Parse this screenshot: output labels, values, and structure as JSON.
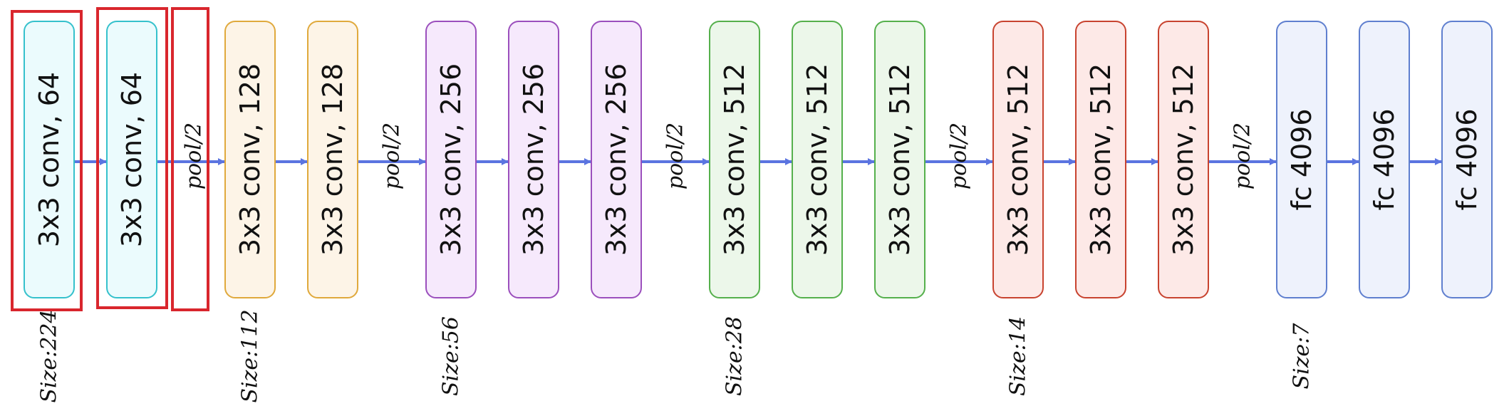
{
  "colors": {
    "arrow": "#5b74e0",
    "highlight": "#d9262d",
    "cyan": {
      "fill": "#ebfbfd",
      "stroke": "#35c1cc"
    },
    "orange": {
      "fill": "#fdf4e7",
      "stroke": "#e0a93c"
    },
    "purple": {
      "fill": "#f6e9fc",
      "stroke": "#9b4fbd"
    },
    "green": {
      "fill": "#ecf7ea",
      "stroke": "#55b04c"
    },
    "red": {
      "fill": "#fde9e7",
      "stroke": "#c8432f"
    },
    "blue": {
      "fill": "#eef2fc",
      "stroke": "#5f7fcf"
    }
  },
  "blocks": [
    {
      "label": "3x3 conv,  64",
      "color": "cyan"
    },
    {
      "label": "3x3 conv,  64",
      "color": "cyan"
    },
    {
      "label": "3x3 conv,  128",
      "color": "orange"
    },
    {
      "label": "3x3 conv,  128",
      "color": "orange"
    },
    {
      "label": "3x3 conv,  256",
      "color": "purple"
    },
    {
      "label": "3x3 conv,  256",
      "color": "purple"
    },
    {
      "label": "3x3 conv,  256",
      "color": "purple"
    },
    {
      "label": "3x3 conv,  512",
      "color": "green"
    },
    {
      "label": "3x3 conv,  512",
      "color": "green"
    },
    {
      "label": "3x3 conv,  512",
      "color": "green"
    },
    {
      "label": "3x3 conv,  512",
      "color": "red"
    },
    {
      "label": "3x3 conv,  512",
      "color": "red"
    },
    {
      "label": "3x3 conv,  512",
      "color": "red"
    },
    {
      "label": "fc 4096",
      "color": "blue"
    },
    {
      "label": "fc 4096",
      "color": "blue"
    },
    {
      "label": "fc 4096",
      "color": "blue"
    }
  ],
  "pool_label": "pool/2",
  "pools_after_block": [
    1,
    3,
    6,
    9,
    12
  ],
  "size_labels": [
    {
      "text": "Size:224",
      "under_block": 0
    },
    {
      "text": "Size:112",
      "under_block": 2
    },
    {
      "text": "Size:56",
      "under_block": 4
    },
    {
      "text": "Size:28",
      "under_block": 7
    },
    {
      "text": "Size:14",
      "under_block": 10
    },
    {
      "text": "Size:7",
      "under_block": 13
    }
  ],
  "highlighted": [
    "block-0",
    "block-1",
    "pool-0"
  ]
}
